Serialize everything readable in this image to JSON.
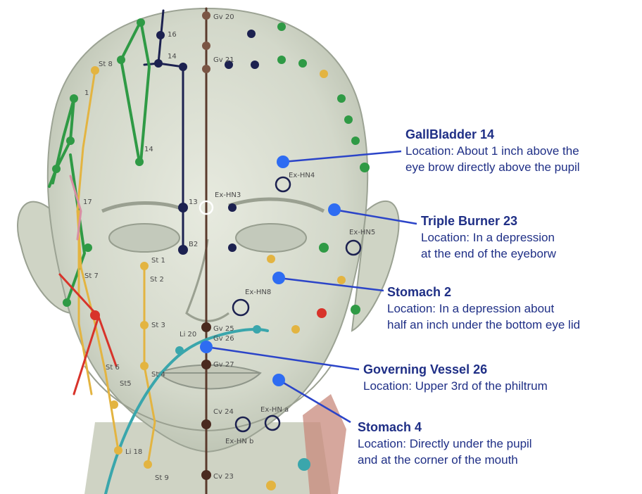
{
  "colors": {
    "callout_text": "#1f2f86",
    "marker_blue": "#2e6cf2",
    "leader_line": "#2b44c8",
    "meridian_brown": "#5a3a2c",
    "meridian_navy": "#1c2150",
    "meridian_green": "#2f9a45",
    "meridian_yellow": "#e3b441",
    "meridian_teal": "#3aa6ac",
    "meridian_red": "#d8332a",
    "point_red": "#d8332a",
    "skin": "#d9ddd0"
  },
  "callouts": [
    {
      "title": "GallBladder 14",
      "loc1": "Location: About 1 inch above the",
      "loc2": "eye brow directly above the pupil"
    },
    {
      "title": "Triple Burner 23",
      "loc1": "Location: In a depression",
      "loc2": "at the end of the eyeborw"
    },
    {
      "title": "Stomach 2",
      "loc1": "Location: In a depression about",
      "loc2": "half an inch under the bottom eye lid"
    },
    {
      "title": "Governing Vessel 26",
      "loc1": "Location: Upper 3rd of the philtrum",
      "loc2": ""
    },
    {
      "title": "Stomach 4",
      "loc1": "Location:  Directly under the pupil",
      "loc2": "and at the corner of the mouth"
    }
  ],
  "point_labels": {
    "gv20": "Gv 20",
    "gv21": "Gv 21",
    "gv25": "Gv 25",
    "gv26": "Gv 26",
    "gv27": "Gv 27",
    "gv24": "Cv 24",
    "cv23": "Cv 23",
    "exhn3": "Ex-HN3",
    "exhn4": "Ex-HN4",
    "exhn5": "Ex-HN5",
    "exhn8": "Ex-HN8",
    "exhna": "Ex-HN a",
    "exhnb": "Ex-HN b",
    "b13": "13",
    "b2": "B2",
    "b14": "14",
    "b16": "16",
    "st1": "St 1",
    "st2": "St 2",
    "st3": "St 3",
    "st4": "St 4",
    "st5": "St5",
    "st6": "St 6",
    "st7": "St 7",
    "st8": "St 8",
    "st9": "St 9",
    "li20": "Li 20",
    "li18": "Li 18",
    "gb1": "1",
    "gb17": "17",
    "gb14": "14"
  }
}
